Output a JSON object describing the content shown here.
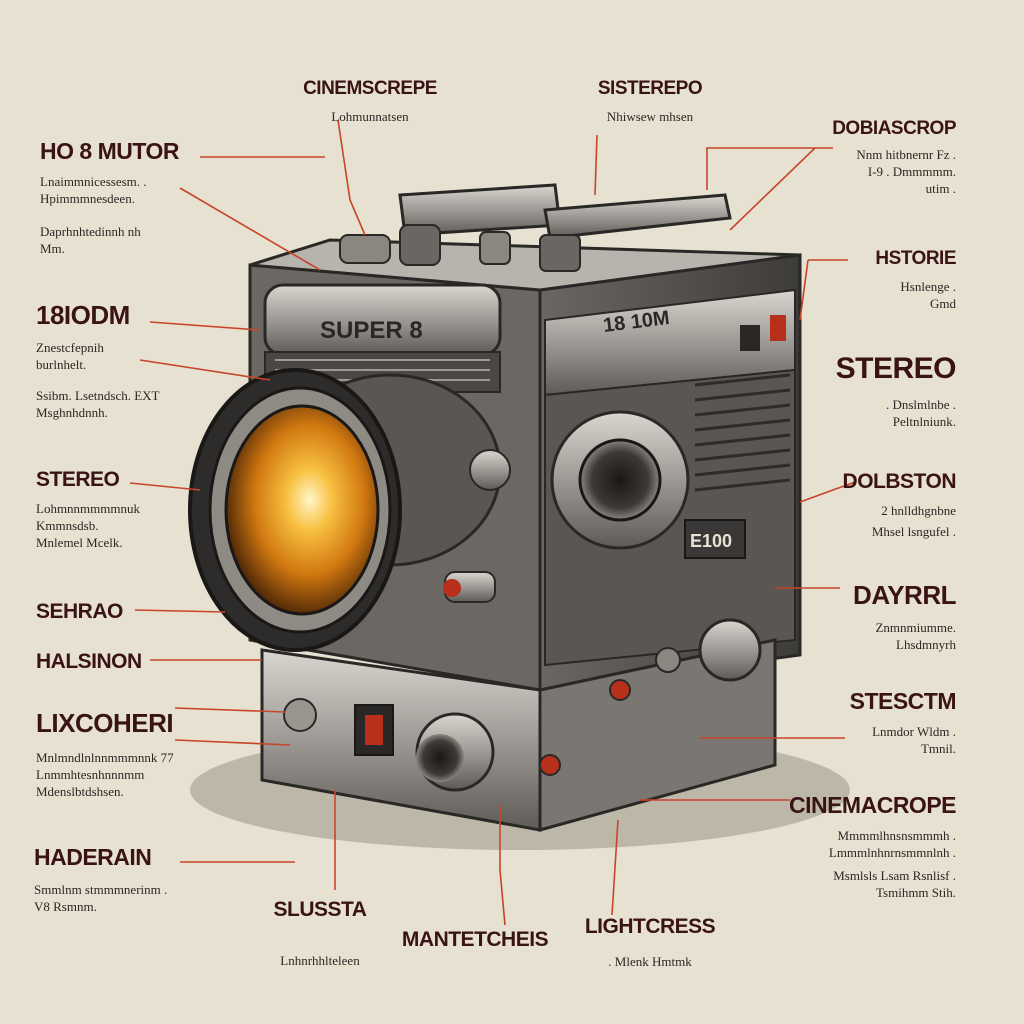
{
  "camera": {
    "brand": "SUPER 8",
    "model_label": "18 10M",
    "side_badge": "E100"
  },
  "labels": {
    "cinemscrepe": {
      "title": "CINEMSCREPE",
      "desc": [
        "Lohmunnatsen"
      ]
    },
    "sisterepo": {
      "title": "SISTEREPO",
      "desc": [
        "Nhiwsew mhsen"
      ]
    },
    "ho8_mutor": {
      "title": "HO 8 MUTOR",
      "desc": [
        "Lnaimmnicessesm. .",
        "Hpimmmnesdeen.",
        "Daprhnhtedinnh nh",
        "Mm."
      ]
    },
    "dobiascrop": {
      "title": "DOBIASCROP",
      "desc": [
        "Nnm hitbnernr Fz .",
        "I-9 . Dmmmmm.",
        "utim ."
      ]
    },
    "histoire": {
      "title": "HSTORIE",
      "desc": [
        "Hsnlenge .",
        "Gmd"
      ]
    },
    "18iodm": {
      "title": "18IODM",
      "desc": [
        "Znestcfepnih",
        "burlnhelt.",
        "Ssibm. Lsetndsch. EXT",
        "Msghnhdnnh."
      ]
    },
    "stereo_right": {
      "title": "STEREO",
      "desc": [
        ". Dnslmlnbe .",
        "Peltnlniunk."
      ]
    },
    "stereo_left": {
      "title": "STEREO",
      "desc": [
        "Lohmnnmmmmnuk",
        "Kmmnsdsb.",
        "Mnlemel Mcelk."
      ]
    },
    "dolbston": {
      "title": "DOLBSTON",
      "desc": [
        "2 hnlldhgnbne",
        "Mhsel lsngufel ."
      ]
    },
    "sehrao": {
      "title": "SEHRAO",
      "desc": []
    },
    "dayrrl": {
      "title": "DAYRRL",
      "desc": [
        "Znmnmiumme.",
        "Lhsdmnyrh"
      ]
    },
    "halsinon": {
      "title": "HALSINON",
      "desc": []
    },
    "stesctm": {
      "title": "STESCTM",
      "desc": [
        "Lnmdor Wldm .",
        "Tmnil."
      ]
    },
    "lixcoheri": {
      "title": "LIXCOHERI",
      "desc": [
        "Mnlmndlnlnnmmmnnk 77",
        "Lnmmhtesnhnnnmm",
        "Mdenslbtdshsen."
      ]
    },
    "cinemacrope": {
      "title": "CINEMACROPE",
      "desc": [
        "Mmmmlhnsnsmmmh .",
        "Lmmmlnhnrnsmmnlnh .",
        "Msmlsls Lsam Rsnlisf .",
        "Tsmihmm Stih."
      ]
    },
    "haderain": {
      "title": "HADERAIN",
      "desc": [
        "Smmlnm stmmmnerinm .",
        "V8 Rsmnm."
      ]
    },
    "slussta": {
      "title": "SLUSSTA",
      "desc": [
        "Lnhnrhhlteleen"
      ]
    },
    "mantetcheis": {
      "title": "MANTETCHEIS",
      "desc": []
    },
    "lightcress": {
      "title": "LIGHTCRESS",
      "desc": [
        ". Mlenk Hmtmk"
      ]
    }
  },
  "colors": {
    "background": "#e6e1d1",
    "leader": "#c8452a",
    "title": "#3a1414",
    "body": "#5a5552",
    "lens_glow": "#f0a020"
  }
}
